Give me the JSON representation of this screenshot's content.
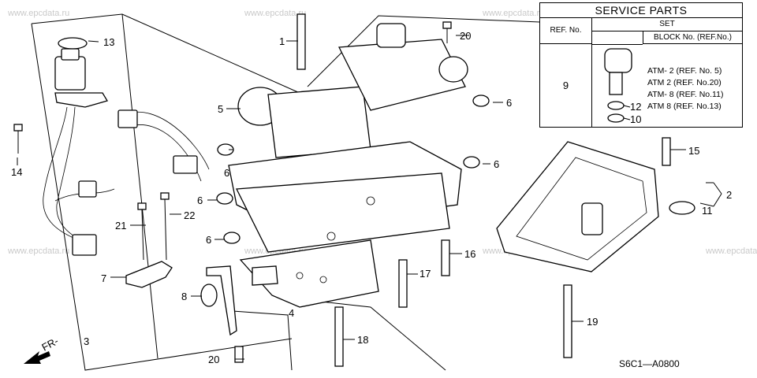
{
  "watermark": "www.epcdata.ru",
  "drawing_code": "S6C1—A0800",
  "front_indicator": "FR-",
  "callouts": {
    "c1": "1",
    "c2": "2",
    "c3": "3",
    "c4": "4",
    "c5": "5",
    "c6a": "6",
    "c6b": "6",
    "c6c": "6",
    "c6d": "6",
    "c6e": "6",
    "c7": "7",
    "c8": "8",
    "c11": "11",
    "c13": "13",
    "c14": "14",
    "c15": "15",
    "c16": "16",
    "c17": "17",
    "c18": "18",
    "c19": "19",
    "c20a": "20",
    "c20b": "20",
    "c21": "21",
    "c22": "22"
  },
  "service_parts": {
    "title": "SERVICE PARTS",
    "col_ref": "REF. No.",
    "col_set": "SET",
    "col_block": "BLOCK No. (REF.No.)",
    "ref_value": "9",
    "rows": [
      "ATM- 2 (REF. No. 5)",
      "ATM  2 (REF. No.20)",
      "ATM- 8 (REF. No.11)",
      "ATM  8 (REF. No.13)"
    ],
    "inner_callouts": {
      "c12": "12",
      "c10": "10"
    }
  }
}
